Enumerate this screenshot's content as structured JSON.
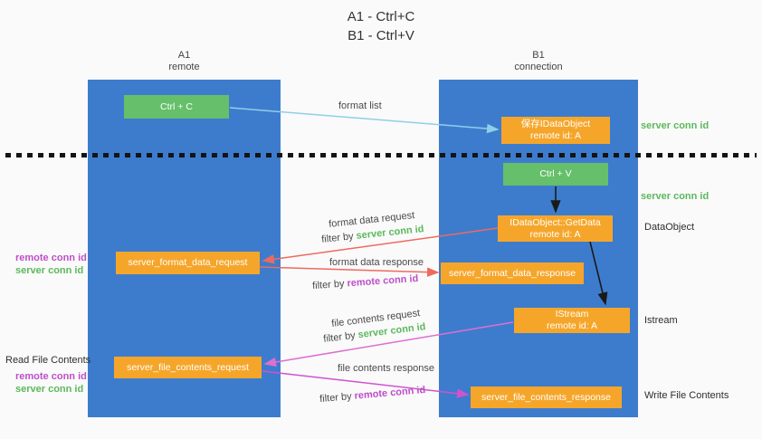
{
  "title": {
    "line1": "A1 - Ctrl+C",
    "line2": "B1 - Ctrl+V"
  },
  "lanes": {
    "a": {
      "name": "A1",
      "role": "remote"
    },
    "b": {
      "name": "B1",
      "role": "connection"
    }
  },
  "nodes": {
    "ctrl_c": "Ctrl + C",
    "ctrl_v": "Ctrl + V",
    "save_dataobject_line1": "保存IDataObject",
    "save_dataobject_line2": "remote id: A",
    "getdata_line1": "IDataObject::GetData",
    "getdata_line2": "remote id: A",
    "istream_line1": "IStream",
    "istream_line2": "remote id: A",
    "format_request": "server_format_data_request",
    "format_response": "server_format_data_response",
    "file_request": "server_file_contents_request",
    "file_response": "server_file_contents_response"
  },
  "arrow_labels": {
    "format_list": "format list",
    "format_data_request": "format data request",
    "format_data_response": "format data response",
    "file_contents_request": "file contents request",
    "file_contents_response": "file contents response",
    "filter_by": "filter by ",
    "server_conn_id": "server conn id",
    "remote_conn_id": "remote conn id"
  },
  "side_labels": {
    "server_conn_id_top": "server conn id",
    "server_conn_id_mid": "server conn id",
    "dataobject": "DataObject",
    "istream": "Istream",
    "write_file_contents": "Write File Contents",
    "read_file_contents": "Read File Contents",
    "format_remote_conn_id": "remote conn id",
    "format_server_conn_id": "server conn id",
    "file_remote_conn_id": "remote conn id",
    "file_server_conn_id": "server conn id"
  },
  "colors": {
    "lane_blue": "#3d7ccd",
    "node_green": "#66bf6a",
    "node_orange": "#f5a62a",
    "arrow_blue": "#8fcfe8",
    "arrow_red": "#ee6a5f",
    "arrow_black": "#1a1a1a",
    "arrow_pink": "#e06ed0",
    "arrow_magenta": "#cf53cf",
    "text_green": "#5cb85c",
    "text_magenta": "#bd4fc8"
  }
}
